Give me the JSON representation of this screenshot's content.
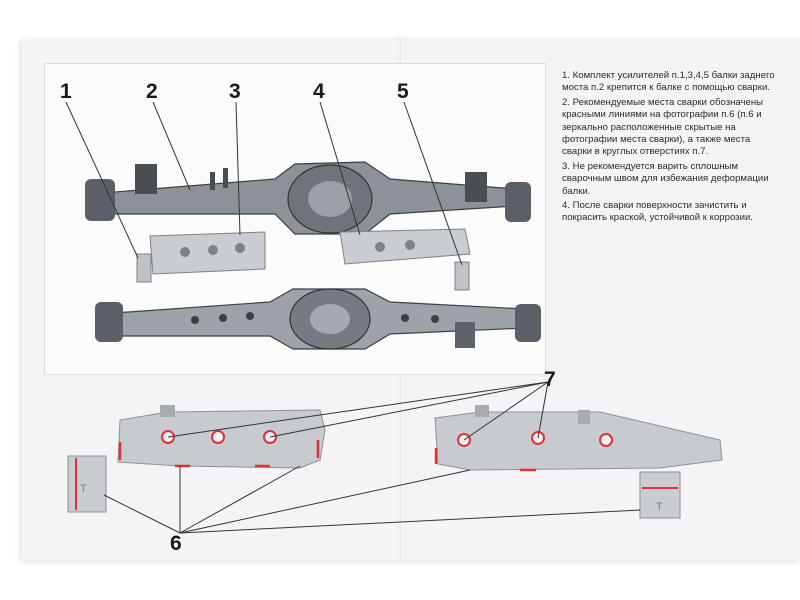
{
  "document": {
    "callouts": [
      "1",
      "2",
      "3",
      "4",
      "5",
      "6",
      "7"
    ],
    "instructions": [
      "1. Комплект усилителей п.1,3,4,5 балки заднего моста п.2 крепится к балке с помощью сварки.",
      "2. Рекомендуемые места сварки обозначены красными линиями на фотографии п.6 (п.6 и зеркально расположенные скрытые на фотографии места сварки), а также места сварки в круглых отверстиях п.7.",
      "3. Не рекомендуется варить сплошным сварочным швом для избежания деформации балки.",
      "4. После сварки поверхности зачистить и покрасить краской, устойчивой к коррозии."
    ],
    "colors": {
      "weld_mark": "#e0303a",
      "metal": "#c9ccd0",
      "metal_dark": "#6f747a"
    }
  }
}
